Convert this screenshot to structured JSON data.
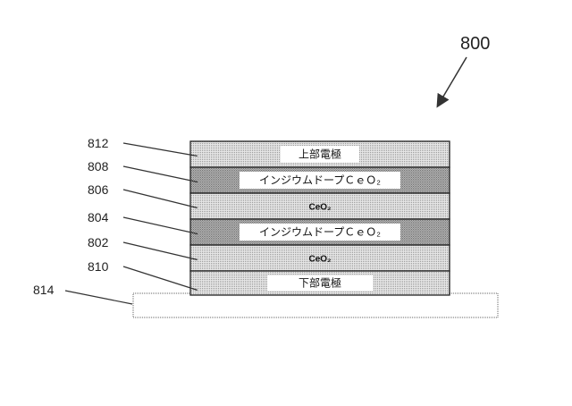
{
  "figure_number": "800",
  "layers": [
    {
      "ref": "812",
      "label": "上部電極",
      "tone": "light"
    },
    {
      "ref": "808",
      "label": "インジウムドープＣｅＯ₂",
      "tone": "dark"
    },
    {
      "ref": "806",
      "label": "CeO₂",
      "tone": "light"
    },
    {
      "ref": "804",
      "label": "インジウムドープＣｅＯ₂",
      "tone": "dark"
    },
    {
      "ref": "802",
      "label": "CeO₂",
      "tone": "light"
    },
    {
      "ref": "810",
      "label": "下部電極",
      "tone": "light"
    }
  ],
  "substrate": {
    "ref": "814"
  },
  "colors": {
    "light": "#d4d4d4",
    "dark": "#a8a8a8",
    "line": "#333333"
  }
}
